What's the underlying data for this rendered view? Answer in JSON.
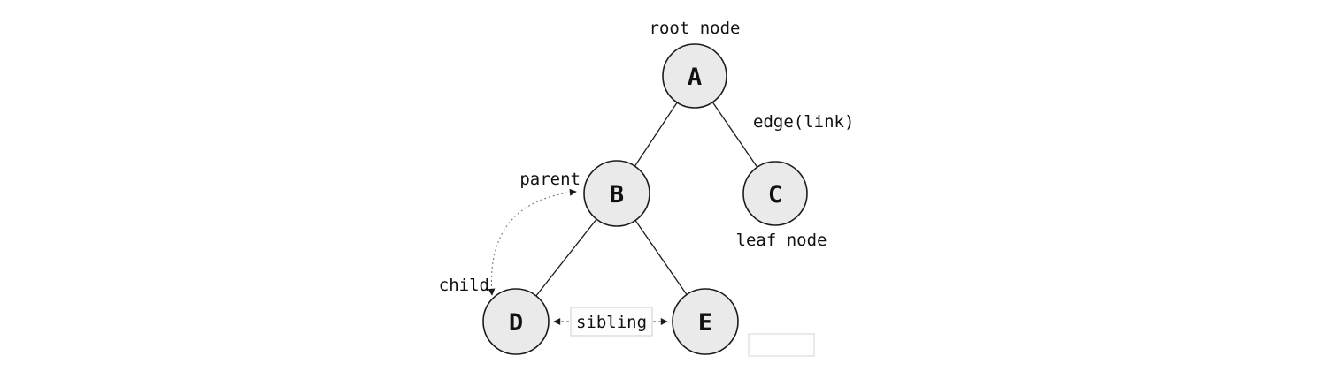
{
  "diagram": {
    "type": "tree",
    "nodes": [
      {
        "id": "A",
        "label": "A",
        "role": "root node"
      },
      {
        "id": "B",
        "label": "B",
        "role": "parent"
      },
      {
        "id": "C",
        "label": "C",
        "role": "leaf node"
      },
      {
        "id": "D",
        "label": "D",
        "role": "child"
      },
      {
        "id": "E",
        "label": "E",
        "role": "sibling of D"
      }
    ],
    "edges": [
      {
        "from": "A",
        "to": "B"
      },
      {
        "from": "A",
        "to": "C"
      },
      {
        "from": "B",
        "to": "D"
      },
      {
        "from": "B",
        "to": "E"
      }
    ],
    "annotations": {
      "root": "root node",
      "edge": "edge(link)",
      "leaf": "leaf node",
      "parent": "parent",
      "child": "child",
      "sibling": "sibling"
    },
    "colors": {
      "background": "#ffffff",
      "node_fill": "#eaeaea",
      "node_stroke": "#1c1c1c",
      "edge_stroke": "#1c1c1c",
      "relation_arrow": "#7a7a7a",
      "label_box_border": "#d6d6d6",
      "text": "#111111"
    }
  }
}
